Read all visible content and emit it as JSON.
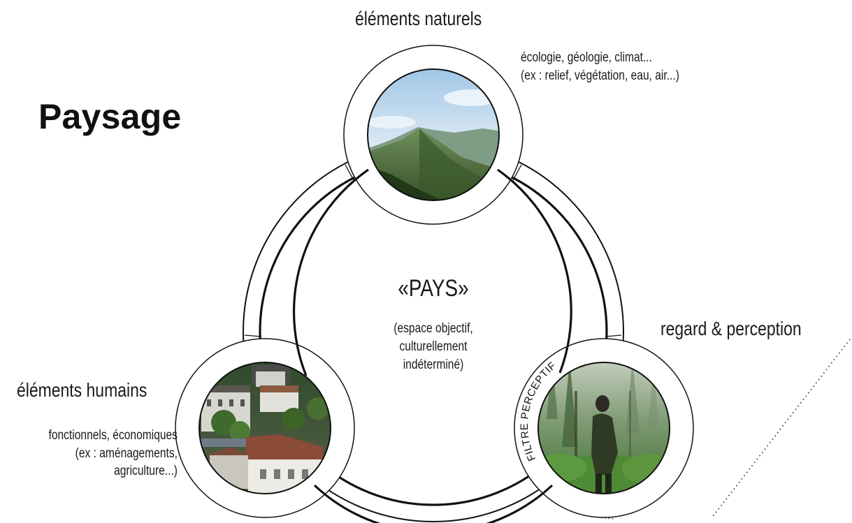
{
  "title": "Paysage",
  "center": {
    "title": "«PAYS»",
    "description": [
      "(espace objectif,",
      "culturellement",
      "indéterminé)"
    ]
  },
  "natural": {
    "title": "éléments naturels",
    "description": [
      "écologie, géologie, climat...",
      "(ex : relief, végétation, eau, air...)"
    ],
    "image": "mountain-landscape"
  },
  "human": {
    "title": "éléments humains",
    "description": [
      "fonctionnels, économiques",
      "(ex : aménagements,",
      "agriculture...)"
    ],
    "image": "village-houses"
  },
  "perception": {
    "title": "regard & perception",
    "filter_label": "FILTRE PERCEPTIF",
    "image": "hiker-in-forest"
  }
}
